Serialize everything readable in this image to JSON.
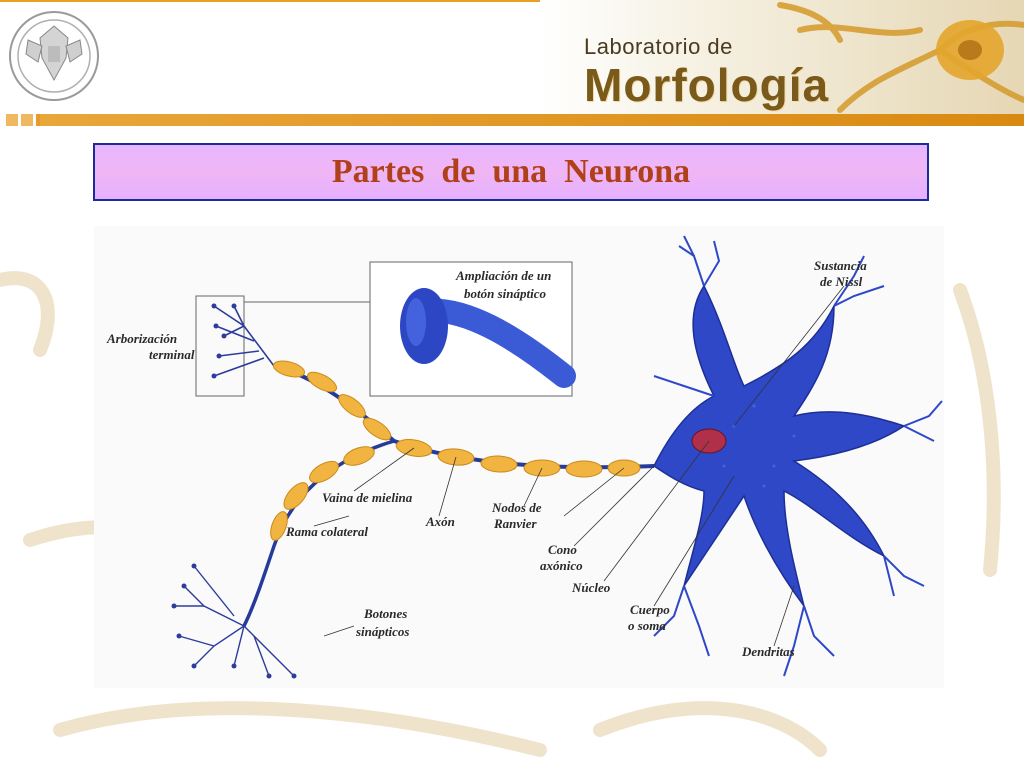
{
  "header": {
    "lab_line1": "Laboratorio  de",
    "lab_line2": "Morfología"
  },
  "title": "Partes  de  una  Neurona",
  "diagram": {
    "labels": {
      "arborizacion_1": "Arborización",
      "arborizacion_2": "terminal",
      "ampliacion_1": "Ampliación de un",
      "ampliacion_2": "botón sináptico",
      "sustancia_1": "Sustancia",
      "sustancia_2": "de Nissl",
      "vaina": "Vaina de mielina",
      "rama": "Rama colateral",
      "axon": "Axón",
      "nodos_1": "Nodos de",
      "nodos_2": "Ranvier",
      "cono_1": "Cono",
      "cono_2": "axónico",
      "nucleo": "Núcleo",
      "cuerpo_1": "Cuerpo",
      "cuerpo_2": "o soma",
      "botones_1": "Botones",
      "botones_2": "sinápticos",
      "dendritas": "Dendritas"
    }
  },
  "colors": {
    "title_text": "#b0401a",
    "title_border": "#1a2b9a",
    "title_bg": "#eab4fb",
    "accent_bar": "#e29a28",
    "neuron_blue": "#2f48c8",
    "myelin": "#f0b33a",
    "nucleus": "#b0304a"
  },
  "icons": [
    "seal-logo-icon",
    "neuron-illustration"
  ]
}
